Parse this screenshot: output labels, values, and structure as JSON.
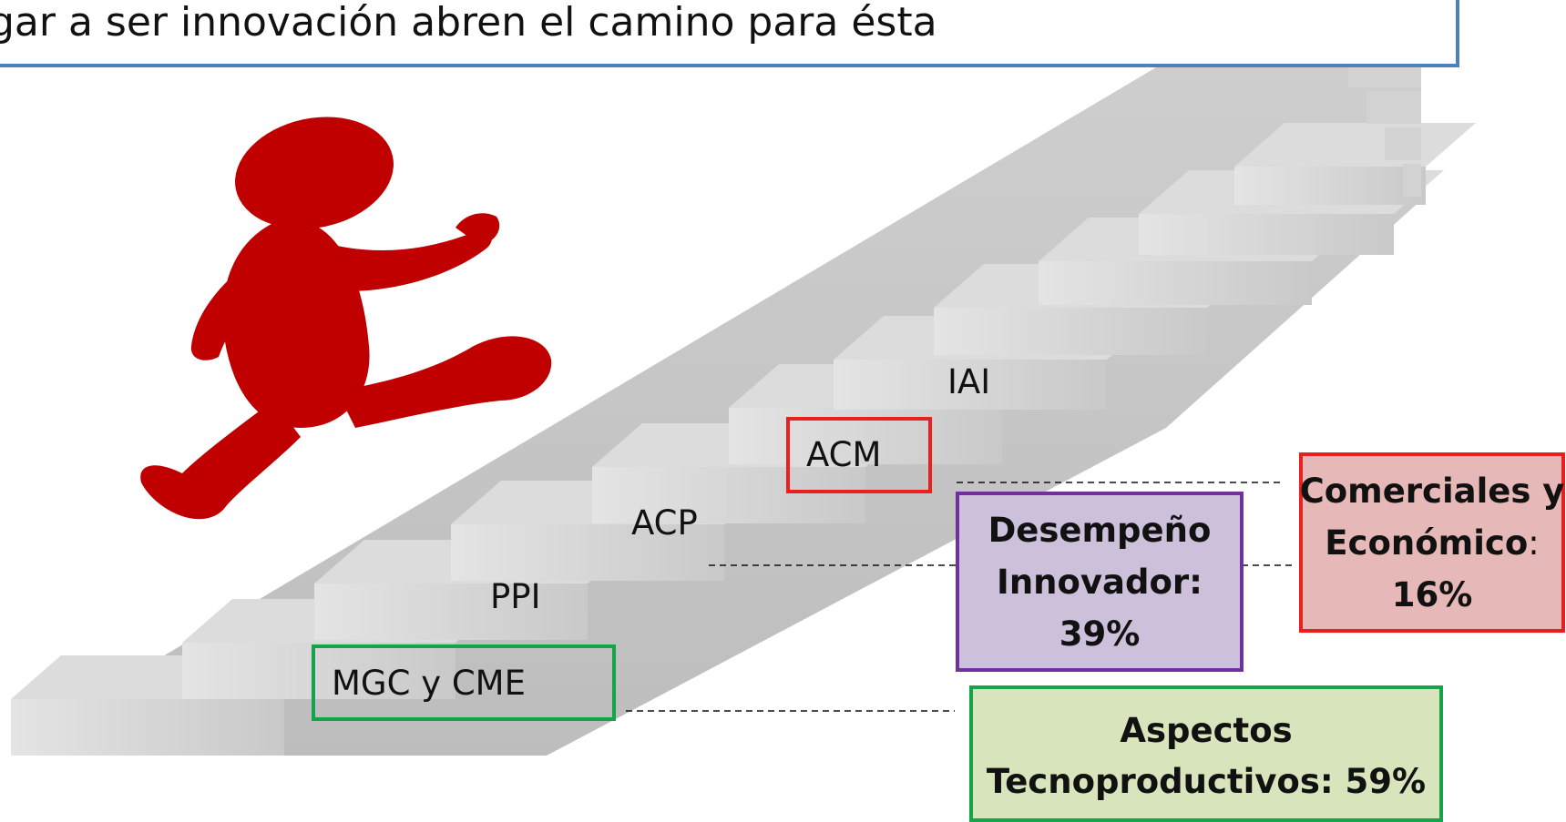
{
  "title": "gar a ser innovación abren el camino para ésta",
  "steps": {
    "iai": "IAI",
    "acm": "ACM",
    "acp": "ACP",
    "ppi": "PPI",
    "mgc": "MGC y CME"
  },
  "categories": {
    "comerciales": {
      "line1": "Comerciales y",
      "line2_bold": "Económico",
      "line2_rest": ":",
      "line3": "16%",
      "color": "#e6b8b7",
      "border": "#e8201f"
    },
    "desempeno": {
      "line1": "Desempeño",
      "line2": "Innovador:",
      "line3": "39%",
      "color": "#ccc0da",
      "border": "#7030a0"
    },
    "aspectos": {
      "line1": "Aspectos",
      "line2": "Tecnoproductivos: 59%",
      "color": "#d7e4bc",
      "border": "#16a349"
    }
  },
  "colors": {
    "figure": "#c00000",
    "stairs": "#cfcfcf",
    "title_border": "#4f81bd"
  }
}
